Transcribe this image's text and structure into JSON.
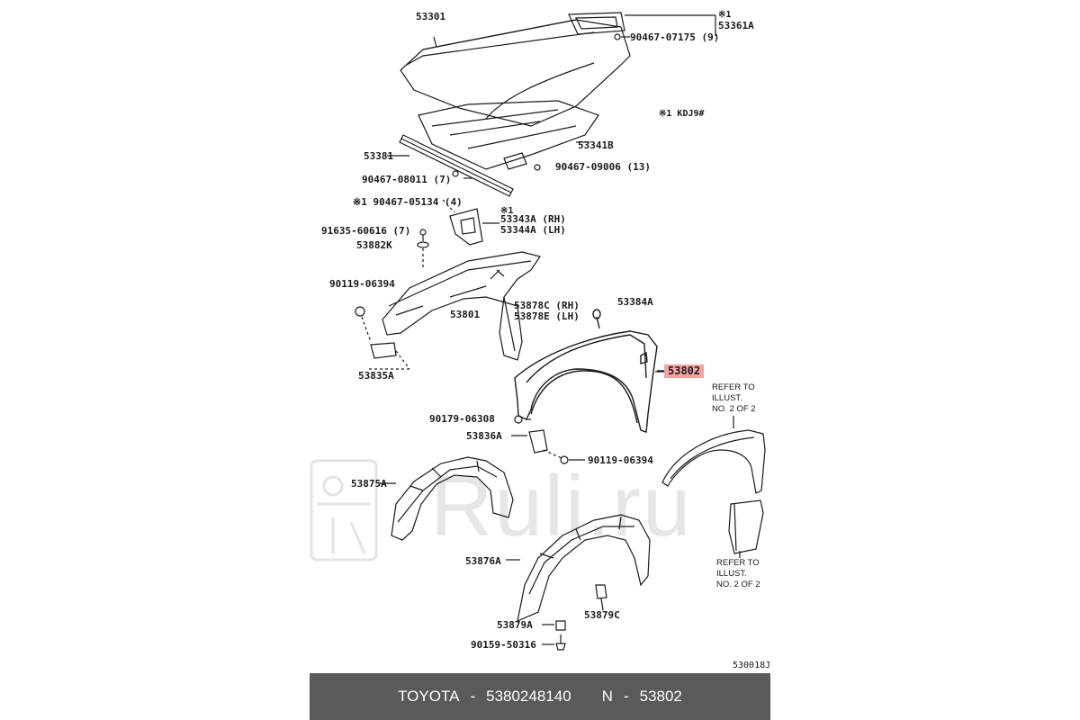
{
  "diagram": {
    "watermark_text": "Ruli.ru",
    "parts": {
      "p53301": "53301",
      "p53361a": "53361A",
      "p90467_07175": "90467-07175 (9)",
      "note_kdj9": "※1 KDJ9#",
      "mark1a": "※1",
      "p53381": "53381",
      "p53341b": "53341B",
      "p90467_08011": "90467-08011 (7)",
      "p90467_09006": "90467-09006 (13)",
      "p90467_05134": "※1 90467-05134 (4)",
      "mark1b": "※1",
      "p53343a": "53343A (RH)",
      "p53344a": "53344A (LH)",
      "p91635": "91635-60616 (7)",
      "p53882k": "53882K",
      "p90119a": "90119-06394",
      "p53801": "53801",
      "p53878c": "53878C (RH)",
      "p53878e": "53878E (LH)",
      "p53384a": "53384A",
      "p53835a": "53835A",
      "p53802": "53802",
      "p90179": "90179-06308",
      "p53836a": "53836A",
      "p90119b": "90119-06394",
      "p53875a": "53875A",
      "p53876a": "53876A",
      "p53879a": "53879A",
      "p53879c": "53879C",
      "p90159": "90159-50316",
      "diagram_code": "530018J"
    },
    "notes": {
      "refer1": "REFER TO\nILLUST.\nNO. 2 OF 2",
      "refer2": "REFER TO\nILLUST.\nNO. 2 OF 2"
    }
  },
  "footer": {
    "brand": "TOYOTA",
    "sep1": "-",
    "part_number": "5380248140",
    "ref_prefix": "N",
    "sep2": "-",
    "ref_number": "53802"
  },
  "colors": {
    "highlight": "#f4a3a3",
    "footer_bg": "#5a5a5a",
    "line": "#1a1a1a"
  }
}
